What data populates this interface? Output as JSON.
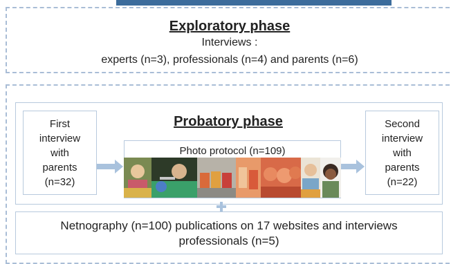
{
  "exploratory": {
    "title": "Exploratory phase",
    "line1": "Interviews :",
    "line2": "experts (n=3), professionals (n=4)  and parents (n=6)"
  },
  "probatory": {
    "title": "Probatory phase",
    "first_interview": [
      "First",
      "interview",
      "with",
      "parents",
      "(n=32)"
    ],
    "second_interview": [
      "Second",
      "interview",
      "with",
      "parents",
      "(n=22)"
    ],
    "photo_protocol": "Photo protocol (n=109)",
    "photos": [
      "child-eating-photo",
      "child-with-spoon-photo",
      "food-containers-photo",
      "food-jars-photo",
      "baby-food-jars-photo",
      "child-at-table-photo",
      "toddler-eating-photo"
    ],
    "netnography_line1": "Netnography (n=100) publications on 17 websites and interviews",
    "netnography_line2": "professionals (n=5)"
  },
  "colors": {
    "dash_border": "#a9bdd6",
    "box_border": "#b7c9dd",
    "arrow": "#a9c2dd",
    "top_bar": "#3c6c9c"
  }
}
